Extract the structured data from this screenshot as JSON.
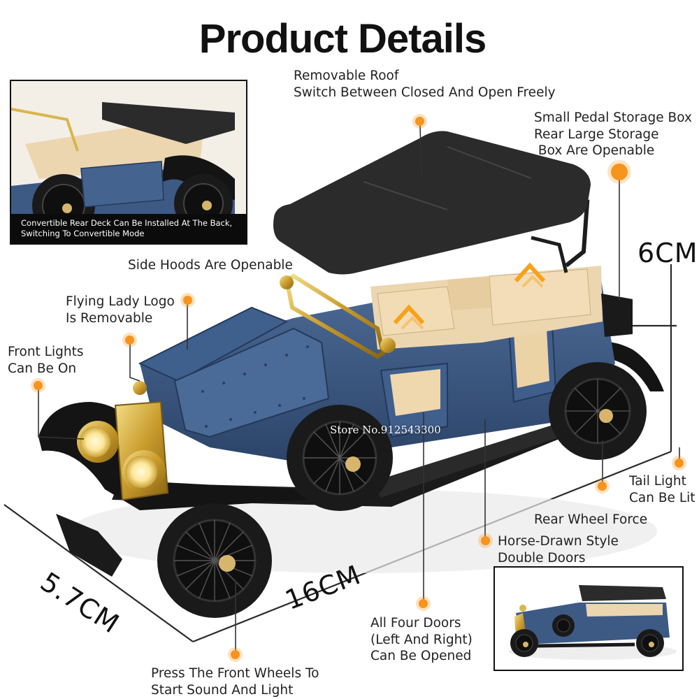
{
  "title": "Product Details",
  "callouts": {
    "roof": [
      "Removable Roof",
      "Switch Between Closed And Open Freely"
    ],
    "storage": [
      "Small Pedal Storage Box",
      "Rear Large Storage",
      " Box Are Openable"
    ],
    "side_hoods": "Side Hoods Are Openable",
    "logo": [
      "Flying Lady Logo",
      "Is Removable"
    ],
    "front_lights": [
      "Front Lights",
      "Can Be On"
    ],
    "tail_light": [
      "Tail Light",
      "Can Be Lit"
    ],
    "rear_wheel": "Rear Wheel Force",
    "horse_doors": [
      "Horse-Drawn Style",
      "Double Doors"
    ],
    "four_doors": [
      "All Four Doors",
      "(Left And Right)",
      "Can Be Opened"
    ],
    "front_wheels": [
      "Press The Front Wheels To",
      "Start Sound And Light"
    ]
  },
  "dimensions": {
    "height": "6CM",
    "length": "16CM",
    "width": "5.7CM"
  },
  "inset_caption": [
    "Convertible Rear Deck Can Be Installed At The Back,",
    "Switching To Convertible Mode"
  ],
  "watermark": "Store No.912543300",
  "colors": {
    "accent_dot": "#f7941d",
    "car_body": "#3d5a85",
    "roof": "#2a2a2a",
    "interior": "#ecd6b0",
    "brass": "#d9b64a"
  }
}
